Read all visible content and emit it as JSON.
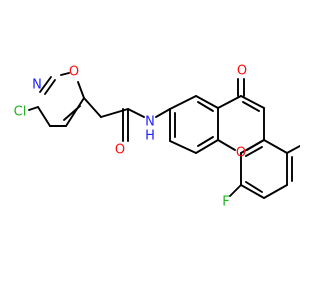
{
  "molecule": {
    "colors": {
      "bond": "#000000",
      "C": "#000000",
      "N": "#1f1fff",
      "O": "#ff0d0d",
      "F": "#20b520",
      "Cl": "#20b520"
    },
    "atom_labels": {
      "Cl": "Cl",
      "N_ring": "N",
      "O_ring": "O",
      "O_amide": "O",
      "N_amide": "N",
      "H_amide": "H",
      "O_ketone": "O",
      "O_chromone": "O",
      "F": "F"
    }
  }
}
